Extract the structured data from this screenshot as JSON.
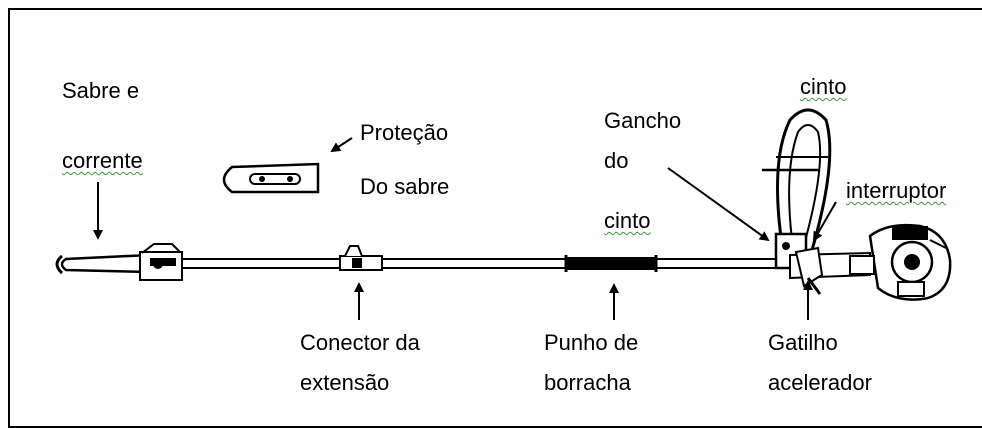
{
  "labels": {
    "sabre_e": "Sabre e",
    "corrente": "corrente",
    "protecao": "Proteção",
    "do_sabre": "Do sabre",
    "gancho": "Gancho",
    "do": "do",
    "cinto_left": "cinto",
    "cinto_top": "cinto",
    "interruptor": "interruptor",
    "conector_da": "Conector da",
    "extensao": "extensão",
    "punho_de": "Punho de",
    "borracha": "borracha",
    "gatilho": "Gatilho",
    "acelerador": "acelerador"
  }
}
